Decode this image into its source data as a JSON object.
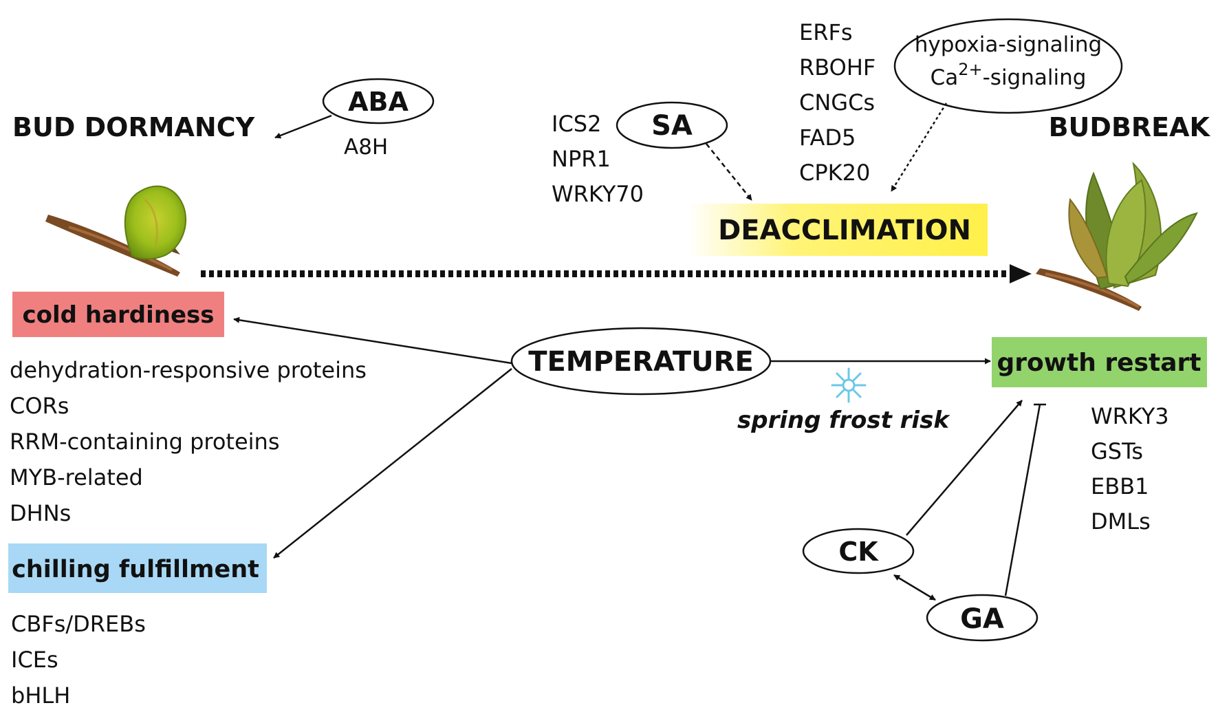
{
  "stages": {
    "dormancy": "BUD DORMANCY",
    "budbreak": "BUDBREAK"
  },
  "hormones": {
    "aba": "ABA",
    "sa": "SA",
    "ck": "CK",
    "ga": "GA",
    "temperature": "TEMPERATURE"
  },
  "signaling": {
    "line1": "hypoxia-signaling",
    "line2_prefix": "Ca",
    "line2_sup": "2+",
    "line2_suffix": "-signaling"
  },
  "processes": {
    "deacclimation": "DEACCLIMATION",
    "cold_hardiness": "cold hardiness",
    "chilling": "chilling fulfillment",
    "growth": "growth restart",
    "frost_risk": "spring frost risk"
  },
  "gene_lists": {
    "aba_genes": [
      "A8H"
    ],
    "sa_genes": [
      "ICS2",
      "NPR1",
      "WRKY70"
    ],
    "deacclimation_genes": [
      "ERFs",
      "RBOHF",
      "CNGCs",
      "FAD5",
      "CPK20"
    ],
    "cold_hardiness_genes": [
      "dehydration-responsive proteins",
      "CORs",
      "RRM-containing proteins",
      "MYB-related",
      "DHNs"
    ],
    "chilling_genes": [
      "CBFs/DREBs",
      "ICEs",
      "bHLH"
    ],
    "growth_genes": [
      "WRKY3",
      "GSTs",
      "EBB1",
      "DMLs"
    ]
  },
  "colors": {
    "cold_hardiness": "#f08080",
    "chilling": "#a8d8f5",
    "growth": "#93d36c",
    "deacclimation": "#fff04a",
    "snowflake": "#6cc8e8"
  }
}
